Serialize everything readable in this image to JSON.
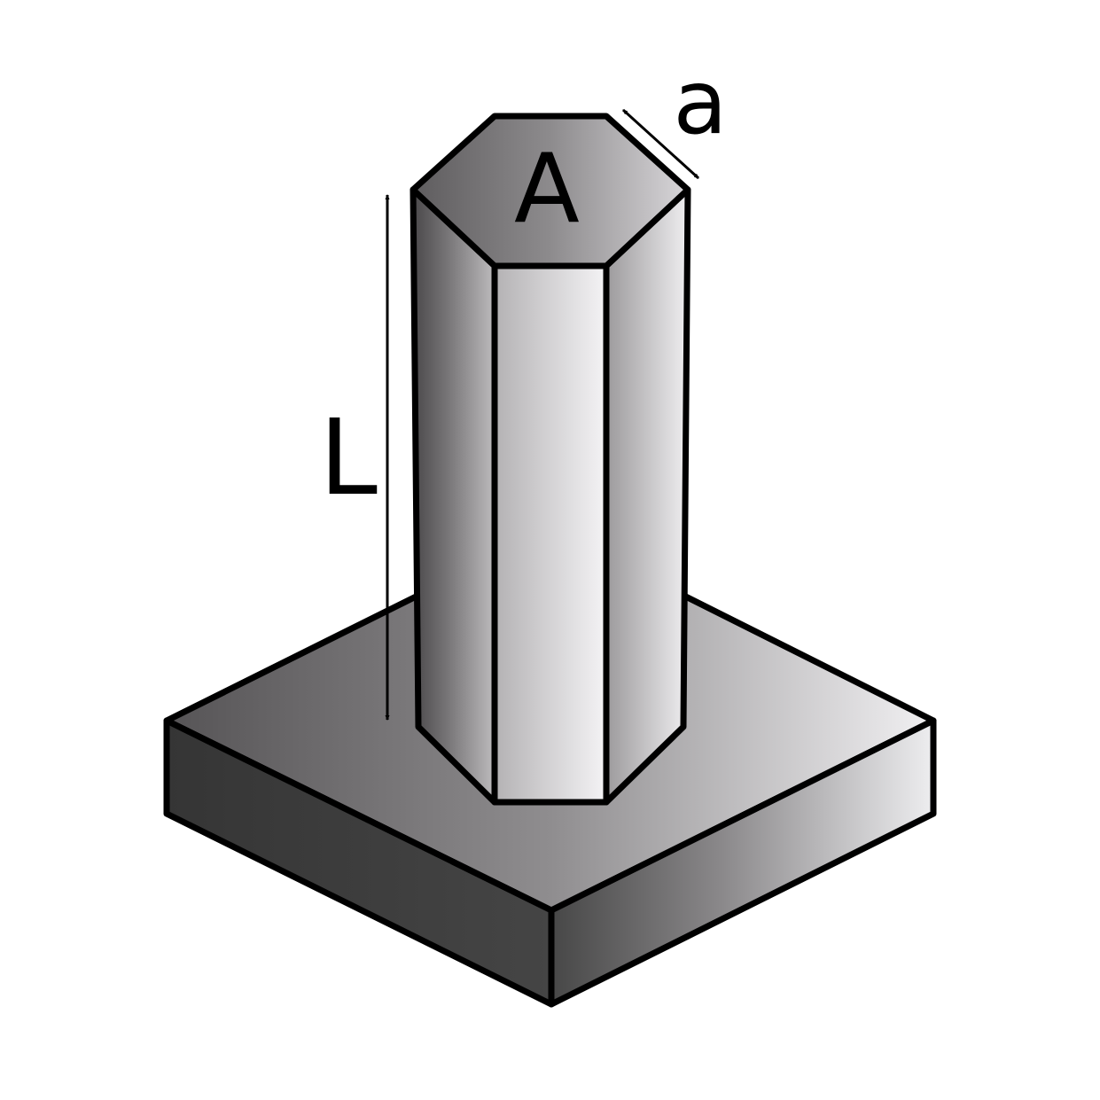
{
  "diagram": {
    "labels": {
      "area": "A",
      "edge_length": "a",
      "length": "L"
    },
    "colors": {
      "outline": "#000000",
      "background": "#ffffff",
      "shade_dark": "#333333",
      "shade_mid": "#8e8c8e",
      "shade_light": "#f2f2f4"
    },
    "parts": [
      "base-plate",
      "hexagonal-prism",
      "length-dimension",
      "edge-dimension"
    ]
  }
}
